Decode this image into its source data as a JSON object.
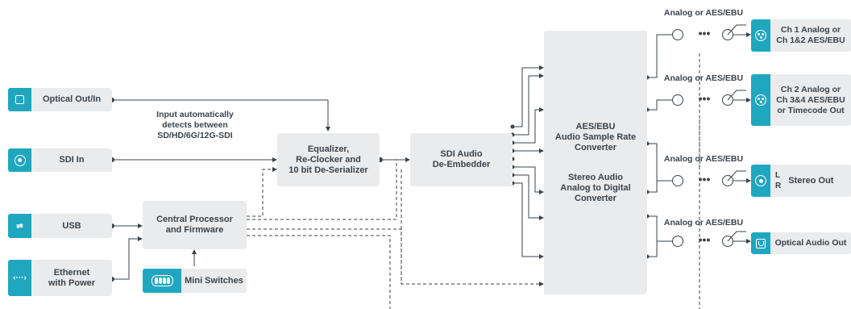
{
  "inputs": {
    "optical": {
      "label": "Optical Out/In",
      "icon": "optical-port-icon"
    },
    "sdi": {
      "label": "SDI In",
      "icon": "sdi-connector-icon"
    },
    "usb": {
      "label": "USB",
      "icon": "usb-icon"
    },
    "ethernet": {
      "label": "Ethernet\nwith Power",
      "icon": "ethernet-icon"
    }
  },
  "detect_note": "Input automatically\ndetects between\nSD/HD/6G/12G-SDI",
  "processing": {
    "equalizer": "Equalizer,\nRe-Clocker and\n10 bit De-Serializer",
    "cpu": "Central Processor\nand Firmware",
    "switches": "Mini Switches",
    "deembedder": "SDI Audio\nDe-Embedder",
    "converter_top": "AES/EBU\nAudio Sample Rate\nConverter",
    "converter_bottom": "Stereo Audio\nAnalog to Digital\nConverter"
  },
  "channel_label": "Analog or AES/EBU",
  "outputs": {
    "ch1": {
      "label": "Ch 1 Analog or\nCh 1&2 AES/EBU",
      "icon": "xlr-connector-icon"
    },
    "ch2": {
      "label": "Ch 2 Analog or\nCh 3&4 AES/EBU\nor Timecode Out",
      "icon": "xlr-connector-icon"
    },
    "stereo": {
      "label": "Stereo Out",
      "lr": "L\nR",
      "icon": "rca-connector-icon"
    },
    "optical_audio": {
      "label": "Optical Audio Out",
      "icon": "toslink-icon"
    }
  },
  "dots": "•••",
  "colors": {
    "accent": "#20a7c0",
    "box": "#e9ebed",
    "line": "#3a434b"
  }
}
